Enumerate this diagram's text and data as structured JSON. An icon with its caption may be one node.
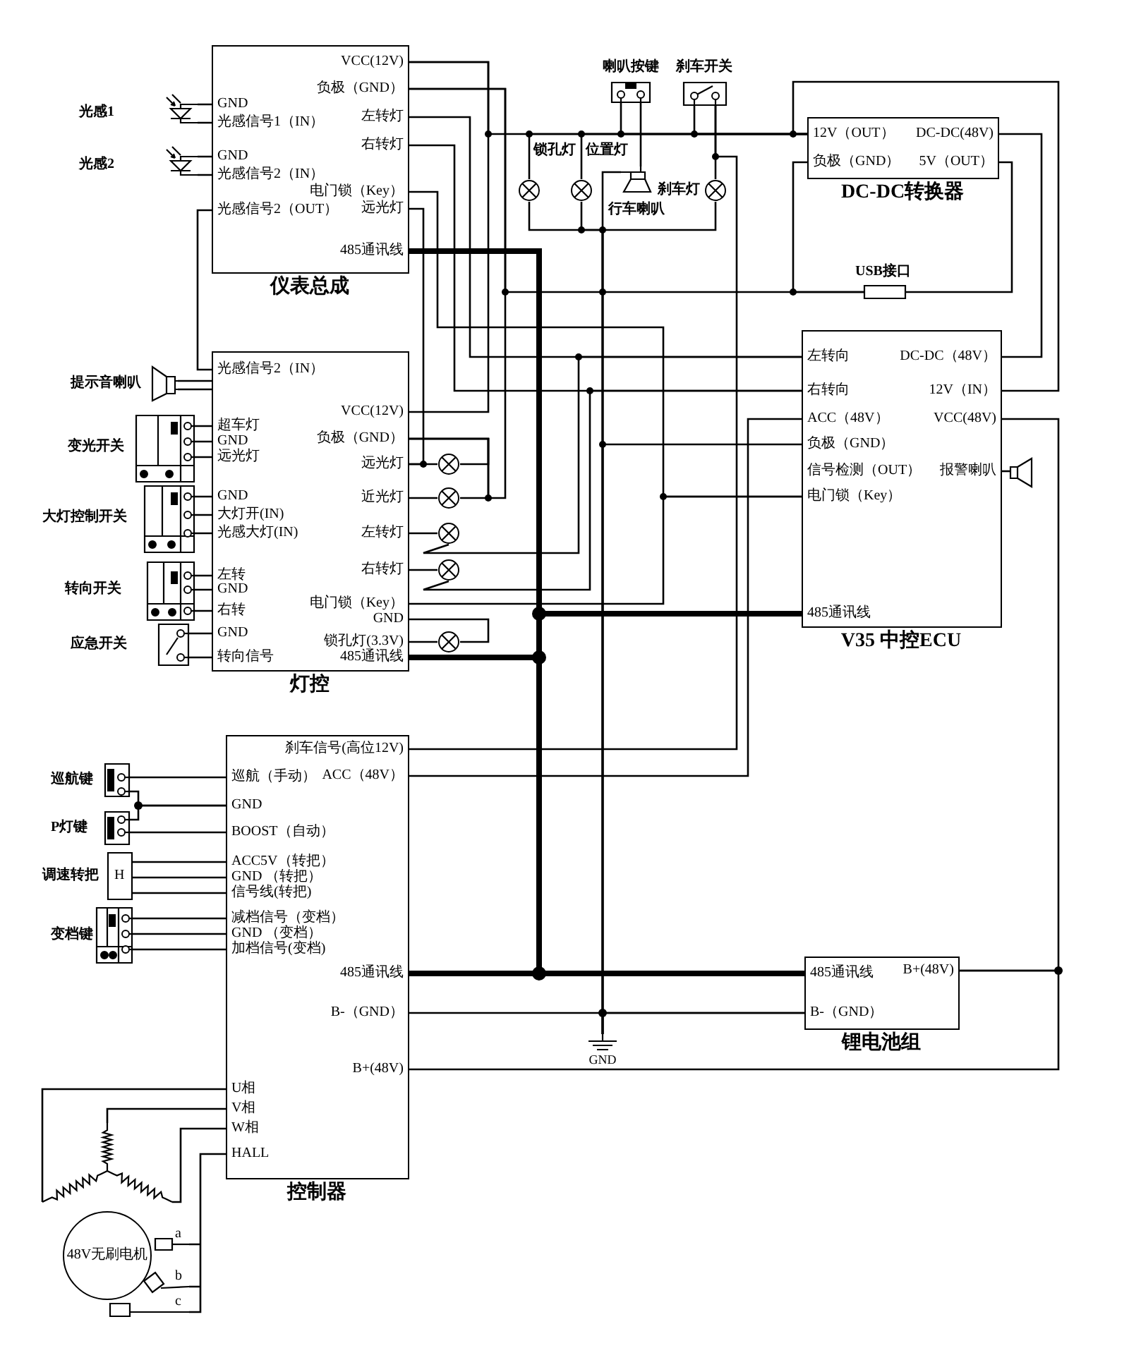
{
  "diagram": {
    "nodes": [
      {
        "text": [
          "光感1"
        ]
      },
      {
        "text": [
          "光感2"
        ]
      },
      {
        "text": [
          "GND",
          "光感信号1（IN）",
          "GND",
          "光感信号2（IN）",
          "光感信号2（OUT）",
          "VCC(12V)",
          "负极（GND）",
          "左转灯",
          "右转灯",
          "电门锁（Key）",
          "远光灯",
          "485通讯线",
          "仪表总成"
        ]
      },
      {
        "text": [
          "光感信号2（IN）",
          "超车灯",
          "GND",
          "远光灯",
          "GND",
          "大灯开(IN)",
          "光感大灯(IN)",
          "左转",
          "GND",
          "右转",
          "GND",
          "转向信号",
          "VCC(12V)",
          "负极（GND）",
          "远光灯",
          "近光灯",
          "左转灯",
          "右转灯",
          "电门锁（Key）",
          "GND",
          "锁孔灯(3.3V)",
          "485通讯线",
          "灯控"
        ]
      },
      {
        "text": [
          "提示音喇叭"
        ]
      },
      {
        "text": [
          "变光开关"
        ]
      },
      {
        "text": [
          "大灯控制开关"
        ]
      },
      {
        "text": [
          "转向开关"
        ]
      },
      {
        "text": [
          "应急开关"
        ]
      },
      {
        "text": [
          "喇叭按键"
        ]
      },
      {
        "text": [
          "刹车开关"
        ]
      },
      {
        "text": [
          "锁孔灯"
        ]
      },
      {
        "text": [
          "位置灯"
        ]
      },
      {
        "text": [
          "行车喇叭"
        ]
      },
      {
        "text": [
          "刹车灯"
        ]
      },
      {
        "text": [
          "12V（OUT）",
          "负极（GND）",
          "DC-DC(48V)",
          "5V（OUT）",
          "DC-DC转换器"
        ]
      },
      {
        "text": [
          "USB接口"
        ]
      },
      {
        "text": [
          "左转向",
          "右转向",
          "ACC（48V）",
          "负极（GND）",
          "信号检测（OUT）",
          "电门锁（Key）",
          "485通讯线",
          "DC-DC（48V）",
          "12V（IN）",
          "VCC(48V)",
          "报警喇叭",
          "V35 中控ECU"
        ]
      },
      {
        "text": [],
        "shape": "speaker"
      },
      {
        "text": [],
        "shape": "lamp"
      },
      {
        "text": [],
        "shape": "lamp"
      },
      {
        "text": [],
        "shape": "lamp"
      },
      {
        "text": [],
        "shape": "lamp"
      },
      {
        "text": [],
        "shape": "lamp"
      },
      {
        "text": [
          "巡航（手动）",
          "GND",
          "BOOST（自动）",
          "ACC5V（转把）",
          "GND （转把）",
          "信号线(转把)",
          "减档信号（变档）",
          "GND （变档）",
          "加档信号(变档)",
          "U相",
          "V相",
          "W相",
          "HALL",
          "刹车信号(高位12V)",
          "ACC（48V）",
          "485通讯线",
          "B-（GND）",
          "B+(48V)",
          "控制器"
        ]
      },
      {
        "text": [
          "巡航键"
        ]
      },
      {
        "text": [
          "P灯键"
        ]
      },
      {
        "text": [
          "调速转把",
          "H"
        ]
      },
      {
        "text": [
          "变档键"
        ]
      },
      {
        "text": [
          "485通讯线",
          "B-（GND）",
          "B+(48V)",
          "锂电池组"
        ]
      },
      {
        "text": [
          "GND"
        ]
      },
      {
        "text": [
          "48V无刷电机"
        ]
      },
      {
        "text": [],
        "shape": "coil"
      }
    ],
    "edges": [
      {
        "from": 0,
        "to": 2,
        "arrow": "none"
      },
      {
        "from": 1,
        "to": 2,
        "arrow": "none"
      },
      {
        "from": 2,
        "to": 3,
        "arrow": "none"
      },
      {
        "from": 4,
        "to": 3,
        "arrow": "none"
      },
      {
        "from": 5,
        "to": 3,
        "arrow": "none"
      },
      {
        "from": 6,
        "to": 3,
        "arrow": "none"
      },
      {
        "from": 7,
        "to": 3,
        "arrow": "none"
      },
      {
        "from": 8,
        "to": 3,
        "arrow": "none"
      },
      {
        "from": 2,
        "to": 3,
        "arrow": "none"
      },
      {
        "from": 2,
        "to": 15,
        "arrow": "none"
      },
      {
        "from": 2,
        "to": 3,
        "arrow": "none"
      },
      {
        "from": 2,
        "to": 16,
        "arrow": "none"
      },
      {
        "from": 2,
        "to": 17,
        "arrow": "none"
      },
      {
        "from": 2,
        "to": 17,
        "arrow": "none"
      },
      {
        "from": 2,
        "to": 17,
        "arrow": "none"
      },
      {
        "from": 2,
        "to": 3,
        "arrow": "none"
      },
      {
        "from": 2,
        "to": 17,
        "arrow": "none",
        "style": "thick"
      },
      {
        "from": 3,
        "to": 19,
        "arrow": "none"
      },
      {
        "from": 19,
        "to": 3,
        "arrow": "none"
      },
      {
        "from": 3,
        "to": 20,
        "arrow": "none"
      },
      {
        "from": 20,
        "to": 3,
        "arrow": "none"
      },
      {
        "from": 3,
        "to": 21,
        "arrow": "none"
      },
      {
        "from": 21,
        "to": 17,
        "arrow": "none"
      },
      {
        "from": 3,
        "to": 22,
        "arrow": "none"
      },
      {
        "from": 22,
        "to": 17,
        "arrow": "none"
      },
      {
        "from": 3,
        "to": 23,
        "arrow": "none"
      },
      {
        "from": 3,
        "to": 23,
        "arrow": "none"
      },
      {
        "from": 3,
        "to": 17,
        "arrow": "none"
      },
      {
        "from": 3,
        "to": 17,
        "arrow": "none",
        "style": "thick"
      },
      {
        "from": 11,
        "to": 15,
        "arrow": "none"
      },
      {
        "from": 12,
        "to": 15,
        "arrow": "none"
      },
      {
        "from": 9,
        "to": 15,
        "arrow": "none"
      },
      {
        "from": 9,
        "to": 13,
        "arrow": "none"
      },
      {
        "from": 10,
        "to": 15,
        "arrow": "none"
      },
      {
        "from": 10,
        "to": 14,
        "arrow": "none"
      },
      {
        "from": 11,
        "to": 30,
        "arrow": "none"
      },
      {
        "from": 12,
        "to": 30,
        "arrow": "none"
      },
      {
        "from": 13,
        "to": 30,
        "arrow": "none"
      },
      {
        "from": 14,
        "to": 30,
        "arrow": "none"
      },
      {
        "from": 15,
        "to": 16,
        "arrow": "none"
      },
      {
        "from": 16,
        "to": 15,
        "arrow": "none"
      },
      {
        "from": 15,
        "to": 17,
        "arrow": "none"
      },
      {
        "from": 15,
        "to": 17,
        "arrow": "none"
      },
      {
        "from": 17,
        "to": 18,
        "arrow": "none"
      },
      {
        "from": 17,
        "to": 30,
        "arrow": "none"
      },
      {
        "from": 17,
        "to": 29,
        "arrow": "none"
      },
      {
        "from": 29,
        "to": 24,
        "arrow": "none"
      },
      {
        "from": 17,
        "to": 24,
        "arrow": "none"
      },
      {
        "from": 24,
        "to": 10,
        "arrow": "none"
      },
      {
        "from": 24,
        "to": 17,
        "arrow": "none",
        "style": "thick"
      },
      {
        "from": 24,
        "to": 29,
        "arrow": "none",
        "style": "thick"
      },
      {
        "from": 24,
        "to": 29,
        "arrow": "none"
      },
      {
        "from": 29,
        "to": 30,
        "arrow": "none"
      },
      {
        "from": 25,
        "to": 24,
        "arrow": "none"
      },
      {
        "from": 26,
        "to": 24,
        "arrow": "none"
      },
      {
        "from": 27,
        "to": 24,
        "arrow": "none"
      },
      {
        "from": 28,
        "to": 24,
        "arrow": "none"
      },
      {
        "from": 32,
        "to": 24,
        "arrow": "none"
      },
      {
        "from": 32,
        "to": 24,
        "arrow": "none"
      },
      {
        "from": 32,
        "to": 24,
        "arrow": "none"
      },
      {
        "from": 31,
        "to": 24,
        "arrow": "none"
      },
      {
        "from": 26,
        "to": 24,
        "arrow": "none"
      }
    ],
    "labels": [
      "a",
      "b",
      "c"
    ]
  }
}
